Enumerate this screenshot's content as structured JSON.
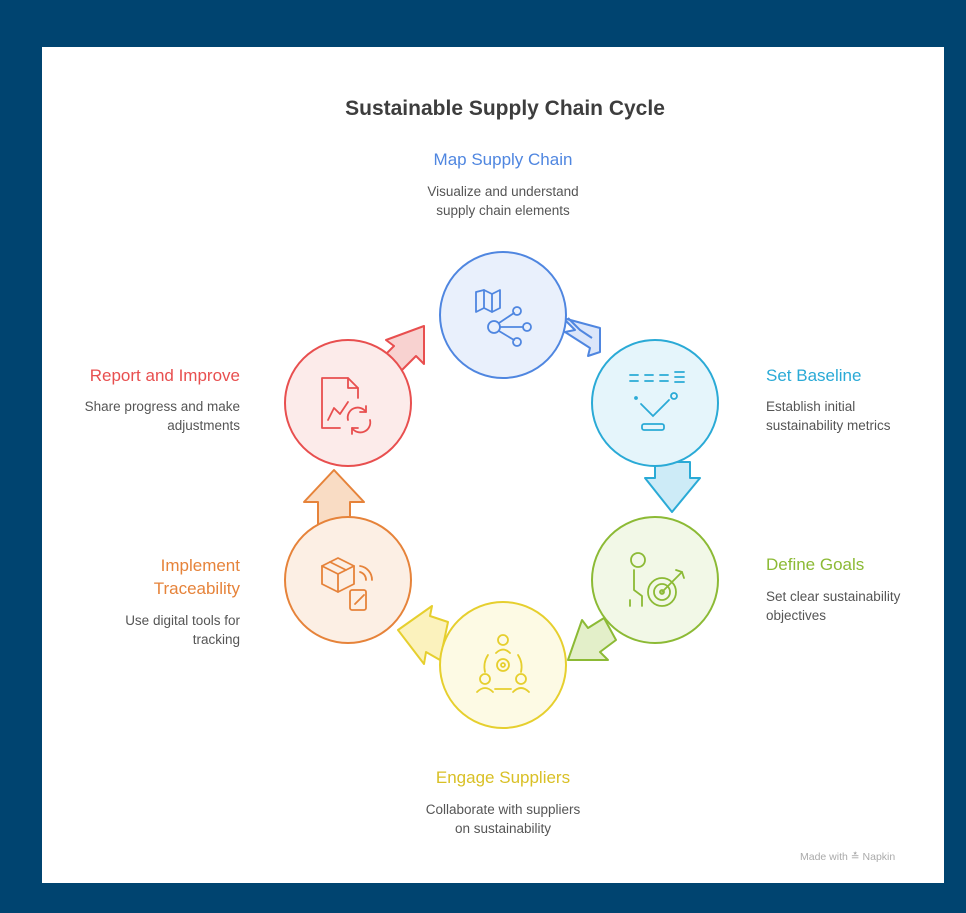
{
  "title": "Sustainable Supply Chain Cycle",
  "stages": [
    {
      "title": "Map Supply Chain",
      "desc": [
        "Visualize and understand",
        "supply chain elements"
      ],
      "color": "#4f86e0",
      "fill": "#e9f0fc",
      "icon": "map-network-icon"
    },
    {
      "title": "Set Baseline",
      "desc": [
        "Establish initial",
        "sustainability metrics"
      ],
      "color": "#2aaad6",
      "fill": "#e5f5fb",
      "icon": "metrics-check-icon"
    },
    {
      "title": "Define Goals",
      "desc": [
        "Set clear sustainability",
        "objectives"
      ],
      "color": "#8cba35",
      "fill": "#f2f8e7",
      "icon": "person-target-icon"
    },
    {
      "title": "Engage Suppliers",
      "desc": [
        "Collaborate with suppliers",
        "on sustainability"
      ],
      "color": "#e6cf2e",
      "fill": "#fdfae4",
      "icon": "collaboration-gear-icon"
    },
    {
      "title": "Implement Traceability",
      "title_lines": [
        "Implement",
        "Traceability"
      ],
      "desc": [
        "Use digital tools for",
        "tracking"
      ],
      "color": "#e6833a",
      "fill": "#fcefe4",
      "icon": "package-signal-icon"
    },
    {
      "title": "Report and Improve",
      "desc": [
        "Share progress and make",
        "adjustments"
      ],
      "color": "#e84f4f",
      "fill": "#fcebea",
      "icon": "report-refresh-icon"
    }
  ],
  "footer": {
    "made_with": "Made with",
    "brand": "Napkin"
  }
}
